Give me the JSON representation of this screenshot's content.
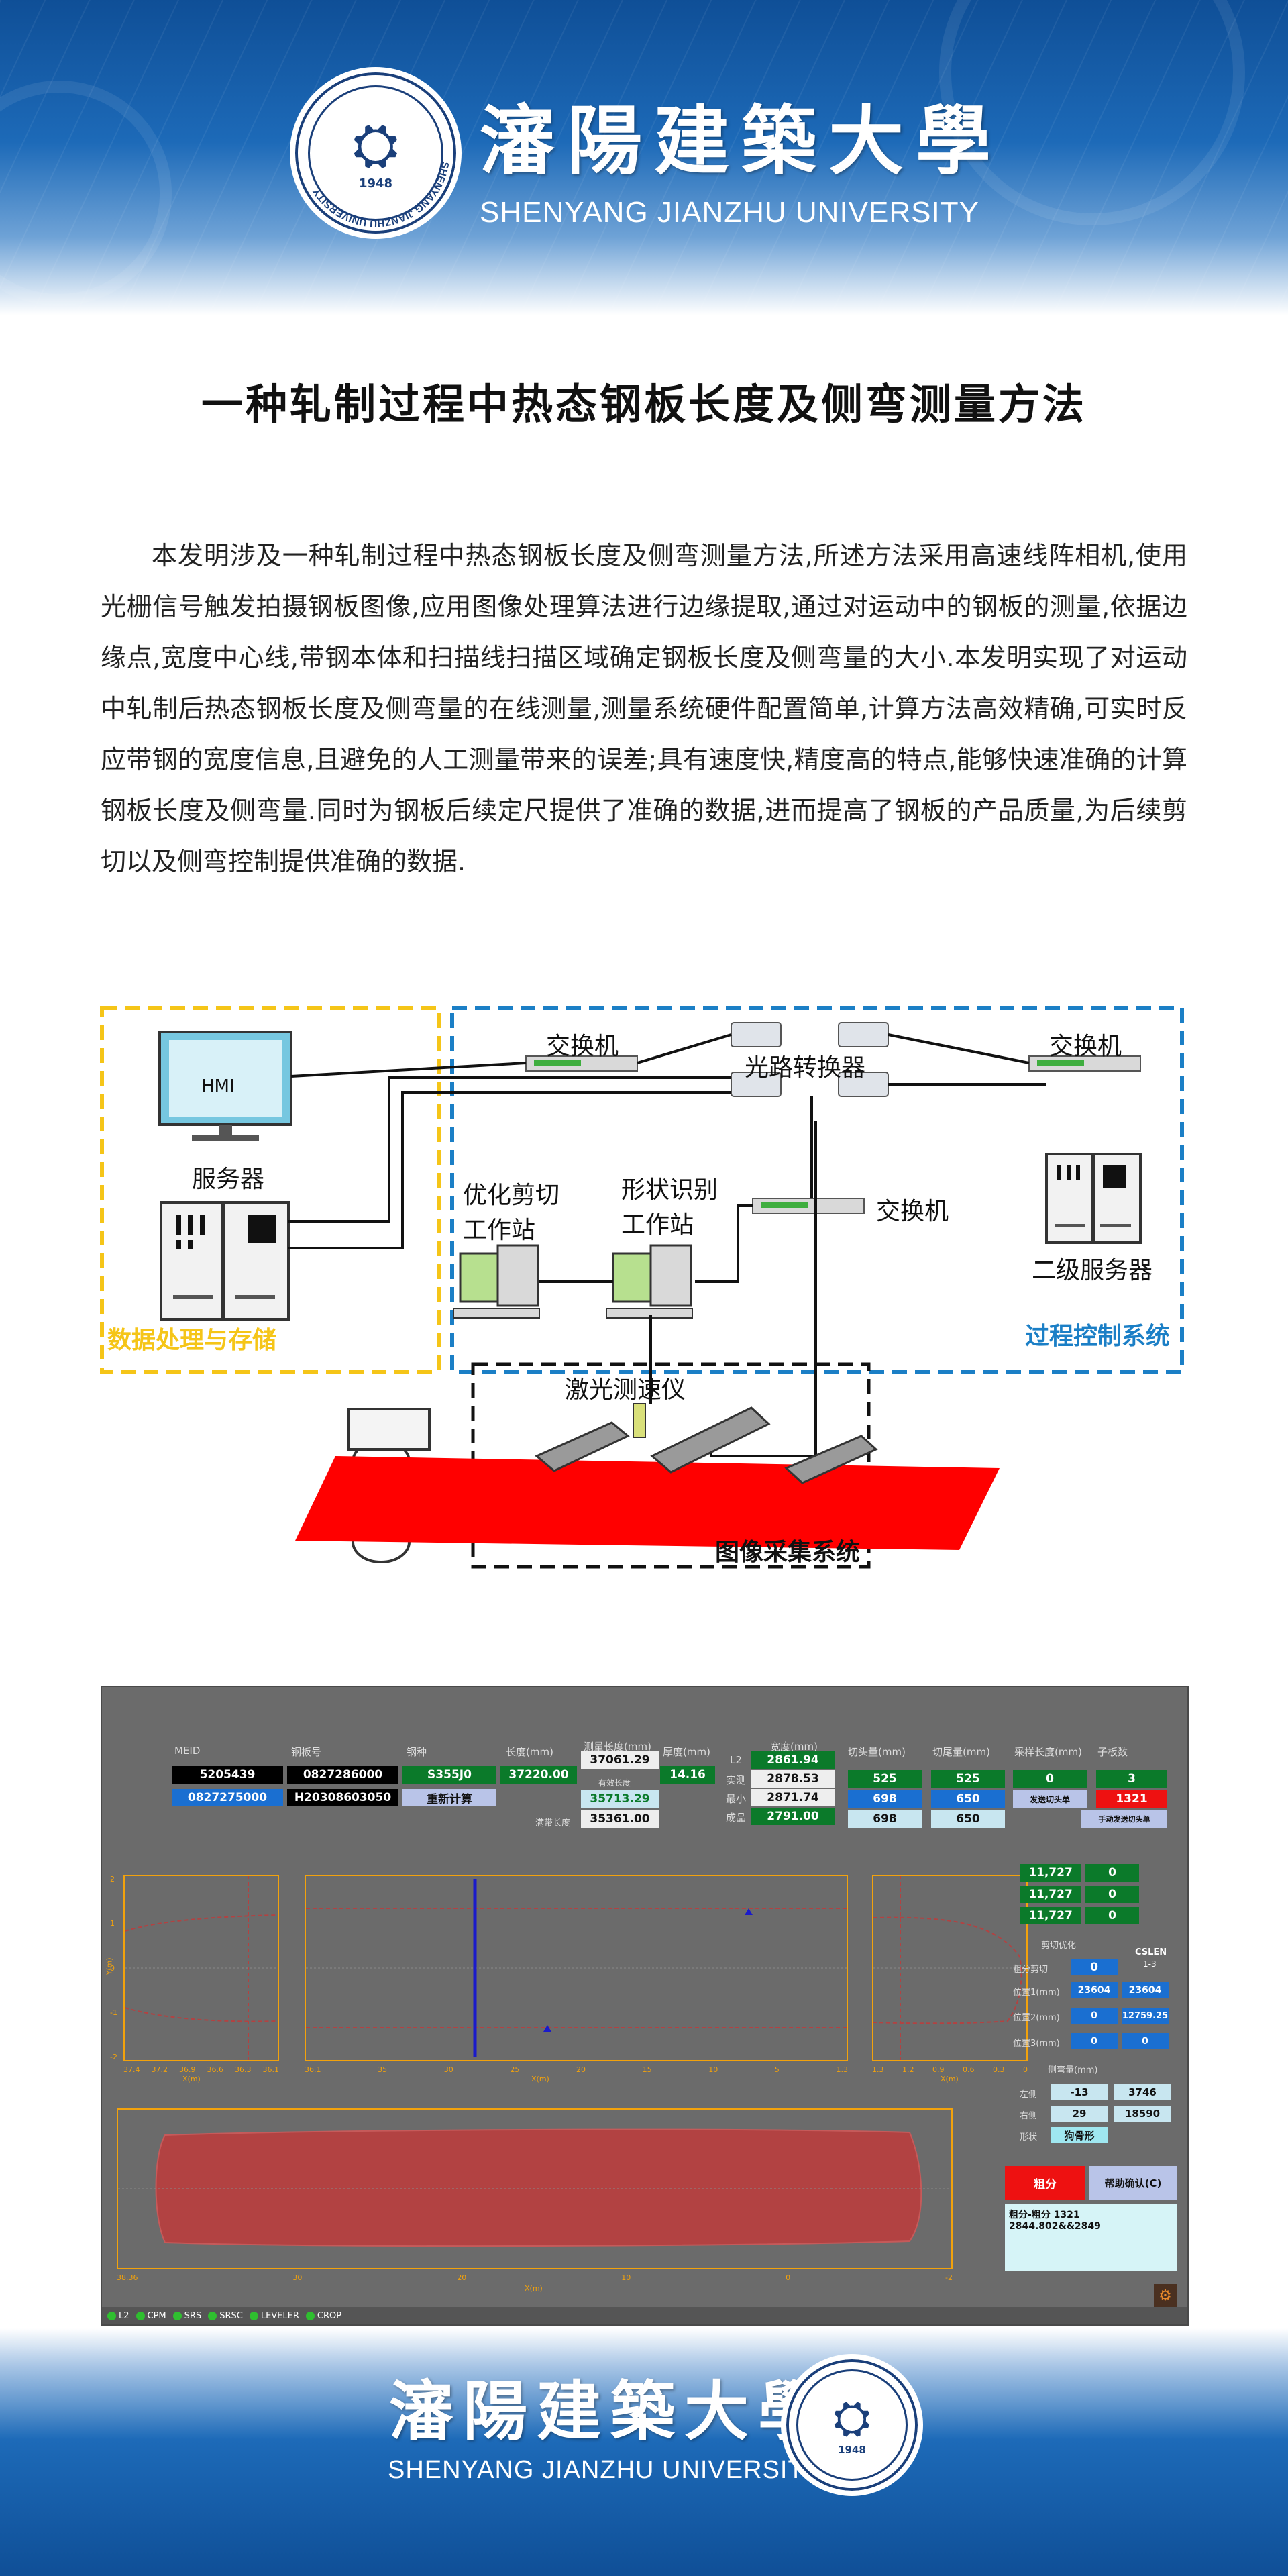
{
  "header": {
    "calligraphy": "瀋陽建築大學",
    "english": "SHENYANG JIANZHU UNIVERSITY",
    "emblem_year": "1948",
    "emblem_ring": "SHENYANG JIANZHU UNIVERSITY"
  },
  "title": "一种轧制过程中热态钢板长度及侧弯测量方法",
  "abstract": "本发明涉及一种轧制过程中热态钢板长度及侧弯测量方法,所述方法采用高速线阵相机,使用光栅信号触发拍摄钢板图像,应用图像处理算法进行边缘提取,通过对运动中的钢板的测量,依据边缘点,宽度中心线,带钢本体和扫描线扫描区域确定钢板长度及侧弯量的大小.本发明实现了对运动中轧制后热态钢板长度及侧弯量的在线测量,测量系统硬件配置简单,计算方法高效精确,可实时反应带钢的宽度信息,且避免的人工测量带来的误差;具有速度快,精度高的特点,能够快速准确的计算钢板长度及侧弯量.同时为钢板后续定尺提供了准确的数据,进而提高了钢板的产品质量,为后续剪切以及侧弯控制提供准确的数据.",
  "diagram": {
    "hmi": "HMI",
    "server": "服务器",
    "data_zone": "数据处理与存储",
    "switch_top": "交换机",
    "optical": "光路转换器",
    "switch_right": "交换机",
    "opt_ws_line1": "优化剪切",
    "opt_ws_line2": "工作站",
    "shape_ws_line1": "形状识别",
    "shape_ws_line2": "工作站",
    "switch_mid": "交换机",
    "l2_server": "二级服务器",
    "process_zone": "过程控制系统",
    "laser": "激光测速仪",
    "image_zone": "图像采集系统"
  },
  "screenshot": {
    "labels": {
      "mill_id": "MEID",
      "plate_no": "钢板号",
      "grade": "钢种",
      "length": "长度(mm)",
      "measured_len": "测量长度(mm)",
      "effective_len": "有效长度",
      "usable_len": "满带长度",
      "thickness": "厚度(mm)",
      "width": "宽度(mm)",
      "l2": "L2",
      "actual": "实测",
      "min": "最小",
      "finished": "成品",
      "head_cut": "切头量(mm)",
      "tail_cut": "切尾量(mm)",
      "sample_len": "采样长度(mm)",
      "sub_plates": "子板数",
      "crop_opt": "剪切优化",
      "rough_cut": "粗分剪切",
      "pos1": "位置1(mm)",
      "pos2": "位置2(mm)",
      "pos3": "位置3(mm)",
      "cslen": "CSLEN",
      "cslen_val": "1-3",
      "camber": "侧弯量(mm)",
      "left": "左侧",
      "right": "右侧",
      "shape": "形状"
    },
    "values": {
      "meid_1": "5205439",
      "meid_2": "0827275000",
      "plate_1": "0827286000",
      "plate_2": "H20308603050",
      "grade": "S355J0",
      "recalc": "重新计算",
      "length": "37220.00",
      "measured_len": "37061.29",
      "effective_len": "35713.29",
      "usable_len": "35361.00",
      "thickness": "14.16",
      "width_l2": "2861.94",
      "width_actual": "2878.53",
      "width_min": "2871.74",
      "width_finished": "2791.00",
      "head_1": "525",
      "head_2": "698",
      "head_3": "698",
      "tail_1": "525",
      "tail_2": "650",
      "tail_3": "650",
      "sample": "0",
      "send_head": "发送切头单",
      "sub_plates": "3",
      "red_val": "1321",
      "manual_send": "手动发送切头单",
      "r1a": "11,727",
      "r1b": "0",
      "r2a": "11,727",
      "r2b": "0",
      "r3a": "11,727",
      "r3b": "0",
      "rough_cut": "0",
      "pos1_a": "23604",
      "pos1_b": "23604",
      "pos2_a": "0",
      "pos2_b": "12759.25",
      "pos3_a": "0",
      "pos3_b": "0",
      "left_a": "-13",
      "left_b": "3746",
      "right_a": "29",
      "right_b": "18590",
      "shape": "狗骨形",
      "rough_btn": "粗分",
      "confirm_btn": "帮助确认(C)",
      "log_line1": "粗分-粗分 1321",
      "log_line2": "2844.802&&2849"
    },
    "status": [
      "L2",
      "CPM",
      "SRS",
      "SRSC",
      "LEVELER",
      "CROP"
    ],
    "plot1_xticks": [
      "37.4",
      "37.2",
      "36.9",
      "36.6",
      "36.3",
      "36.1"
    ],
    "plot2_xticks": [
      "36.1",
      "35",
      "30",
      "25",
      "20",
      "15",
      "10",
      "5",
      "1.3"
    ],
    "plot3_xticks": [
      "1.3",
      "1.2",
      "0.9",
      "0.6",
      "0.3",
      "0"
    ],
    "plot1_yticks": [
      "2",
      "1",
      "0",
      "-1",
      "-2"
    ],
    "plot4_xticks": [
      "38.36",
      "30",
      "20",
      "10",
      "0",
      "-2"
    ],
    "plot1_xlabel": "X(m)",
    "plot2_xlabel": "X(m)",
    "plot3_xlabel": "X(m)",
    "plot4_xlabel": "X(m)",
    "ylabel": "Y(m)"
  },
  "footer": {
    "calligraphy": "瀋陽建築大學",
    "english": "SHENYANG JIANZHU UNIVERSITY",
    "emblem_year": "1948"
  },
  "colors": {
    "header_blue": "#0f4f97",
    "data_zone": "#f5c518",
    "process_zone": "#1b7fc6",
    "steel_red": "#ff0000",
    "plot_orange": "#f2a20c",
    "plot_red": "#b24242"
  }
}
